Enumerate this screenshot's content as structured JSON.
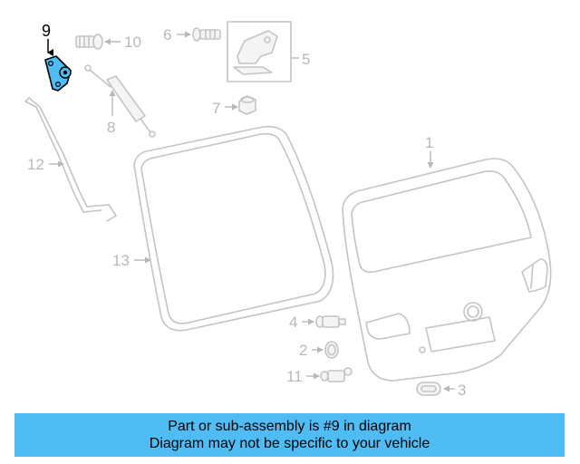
{
  "diagram": {
    "highlight_color": "#4fbdf3",
    "highlighted_part": "9",
    "callouts": {
      "c1": "1",
      "c2": "2",
      "c3": "3",
      "c4": "4",
      "c5": "5",
      "c6": "6",
      "c7": "7",
      "c8": "8",
      "c9": "9",
      "c10": "10",
      "c11": "11",
      "c12": "12",
      "c13": "13"
    }
  },
  "banner": {
    "line1": "Part or sub-assembly is #9 in diagram",
    "line2": "Diagram may not be specific to your vehicle",
    "color": "#4fbdf3"
  }
}
